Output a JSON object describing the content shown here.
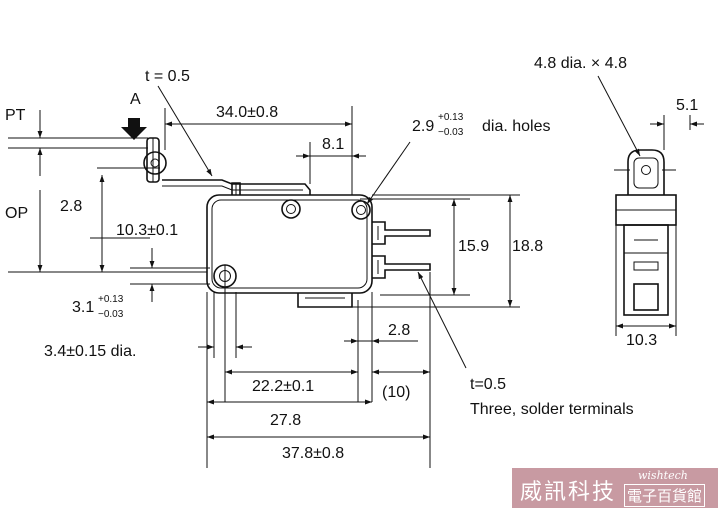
{
  "labels": {
    "t_top": "t = 0.5",
    "pt": "PT",
    "a": "A",
    "op": "OP",
    "dim_34": "34.0±0.8",
    "dim_8_1": "8.1",
    "hole_base": "2.9",
    "hole_sup": "+0.13",
    "hole_sub": "−0.03",
    "hole_suffix": "dia. holes",
    "dim_2_8_left": "2.8",
    "dim_10_3": "10.3±0.1",
    "dim_15_9": "15.9",
    "dim_18_8": "18.8",
    "dim_3_1": "3.1",
    "dim_3_1_sup": "+0.13",
    "dim_3_1_sub": "−0.03",
    "dim_3_4": "3.4±0.15 dia.",
    "dim_2_8_right": "2.8",
    "dim_22_2": "22.2±0.1",
    "dim_10_paren": "(10)",
    "dim_27_8": "27.8",
    "dim_37_8": "37.8±0.8",
    "t_terminal": "t=0.5",
    "terminals_note": "Three, solder terminals",
    "side_dia": "4.8 dia. × 4.8",
    "side_5_1": "5.1",
    "side_10_3": "10.3"
  },
  "watermark": {
    "cn_left": "威訊科技",
    "en": "wishtech",
    "cn_right": "電子百貨館",
    "color": "#c89aa2"
  }
}
